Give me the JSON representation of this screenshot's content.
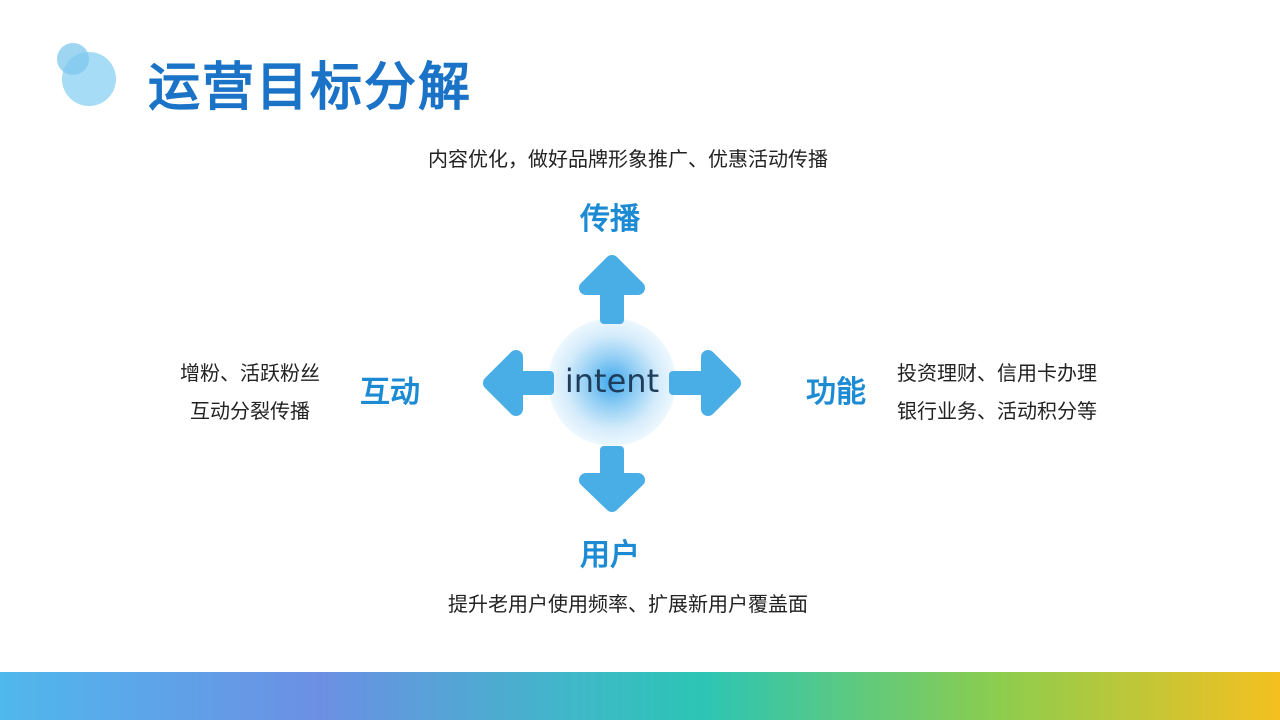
{
  "title": "运营目标分解",
  "center": {
    "label": "intent"
  },
  "directions": {
    "top": {
      "label": "传播",
      "desc": "内容优化，做好品牌形象推广、优惠活动传播"
    },
    "left": {
      "label": "互动",
      "desc_lines": [
        "增粉、活跃粉丝",
        "互动分裂传播"
      ]
    },
    "right": {
      "label": "功能",
      "desc_lines": [
        "投资理财、信用卡办理",
        "银行业务、活动积分等"
      ]
    },
    "bottom": {
      "label": "用户",
      "desc": "提升老用户使用频率、扩展新用户覆盖面"
    }
  },
  "colors": {
    "title": "#1a73c6",
    "label": "#1d8bd4",
    "arrow": "#4aaee6",
    "decor_circle": "#a7dcf6"
  }
}
